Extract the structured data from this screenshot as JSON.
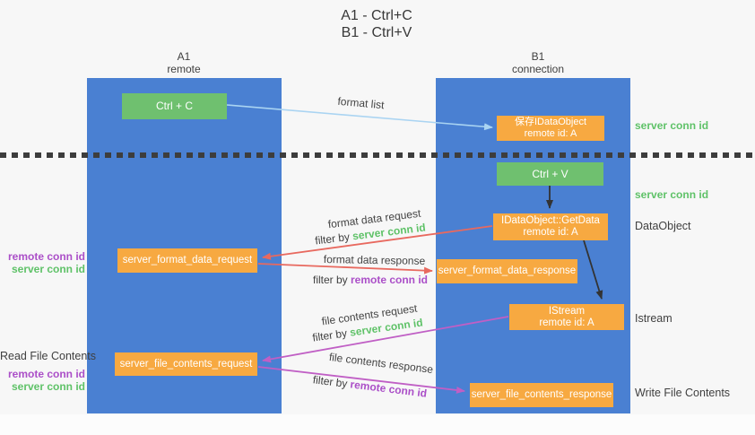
{
  "title": {
    "line1": "A1 - Ctrl+C",
    "line2": "B1 - Ctrl+V"
  },
  "lanes": {
    "a1": {
      "name": "A1",
      "role": "remote"
    },
    "b1": {
      "name": "B1",
      "role": "connection"
    }
  },
  "nodes": {
    "ctrl_c": {
      "label": "Ctrl + C"
    },
    "ctrl_v": {
      "label": "Ctrl + V"
    },
    "save_dataobject": {
      "line1": "保存IDataObject",
      "line2": "remote id: A"
    },
    "getdata": {
      "line1": "IDataObject::GetData",
      "line2": "remote id: A"
    },
    "istream": {
      "line1": "IStream",
      "line2": "remote id: A"
    },
    "server_format_data_request": {
      "label": "server_format_data_request"
    },
    "server_format_data_response": {
      "label": "server_format_data_response"
    },
    "server_file_contents_request": {
      "label": "server_file_contents_request"
    },
    "server_file_contents_response": {
      "label": "server_file_contents_response"
    }
  },
  "flow_labels": {
    "format_list": "format list",
    "format_data_request": "format data request",
    "format_data_request_filter_prefix": "filter by ",
    "format_data_request_filter_key": "server conn id",
    "format_data_response": "format data response",
    "format_data_response_filter_prefix": "filter by ",
    "format_data_response_filter_key": "remote conn id",
    "file_contents_request": "file contents request",
    "file_contents_request_filter_prefix": "filter by ",
    "file_contents_request_filter_key": "server conn id",
    "file_contents_response": "file contents response",
    "file_contents_response_filter_prefix": "filter by ",
    "file_contents_response_filter_key": "remote conn id"
  },
  "side_labels": {
    "right_server_conn_id_top": "server conn id",
    "right_server_conn_id_mid": "server conn id",
    "right_dataobject": "DataObject",
    "right_istream": "Istream",
    "right_write_file_contents": "Write File Contents",
    "left_remote_conn_id_top": "remote conn id",
    "left_server_conn_id_top": "server conn id",
    "left_read_file_contents": "Read File Contents",
    "left_remote_conn_id_bottom": "remote conn id",
    "left_server_conn_id_bottom": "server conn id"
  },
  "colors": {
    "lane_blue": "#4a80d2",
    "node_green": "#6fc06f",
    "node_orange": "#f7a941",
    "arrow_red": "#e8695f",
    "arrow_magenta": "#c05fc5",
    "arrow_light_blue": "#aad4f2",
    "arrow_black": "#333333",
    "divider_dark": "#3d3d3d",
    "label_green": "#5fc268",
    "label_purple": "#ab4fc8",
    "text_dark": "#3f3f3f",
    "background": "#f7f7f7"
  }
}
